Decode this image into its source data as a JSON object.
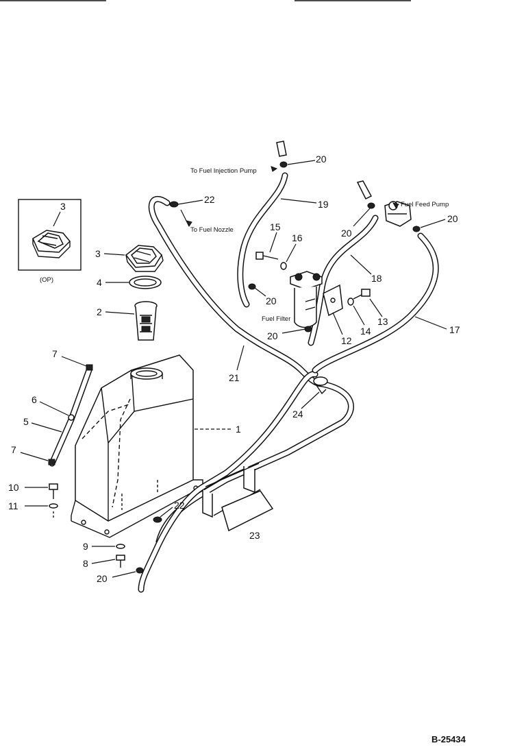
{
  "drawing": {
    "reference": "B-25434",
    "option_label": "(OP)",
    "notes": {
      "injection_pump": "To Fuel Injection Pump",
      "nozzle": "To Fuel Nozzle",
      "feed_pump": "Fuel Feed Pump",
      "filter": "Fuel Filter"
    },
    "callouts": {
      "c1": "1",
      "c2": "2",
      "c3_inset": "3",
      "c3": "3",
      "c4": "4",
      "c5": "5",
      "c6": "6",
      "c7_top": "7",
      "c7_bot": "7",
      "c8": "8",
      "c9": "9",
      "c10": "10",
      "c11": "11",
      "c12": "12",
      "c13": "13",
      "c14": "14",
      "c15": "15",
      "c16": "16",
      "c17": "17",
      "c18": "18",
      "c19": "19",
      "c20_inj": "20",
      "c20_feed_l": "20",
      "c20_feed_r": "20",
      "c20_filter": "20",
      "c20_filter_b": "20",
      "c20_tank": "20",
      "c21": "21",
      "c22_top": "22",
      "c22_bot": "22",
      "c23": "23",
      "c24": "24"
    }
  }
}
